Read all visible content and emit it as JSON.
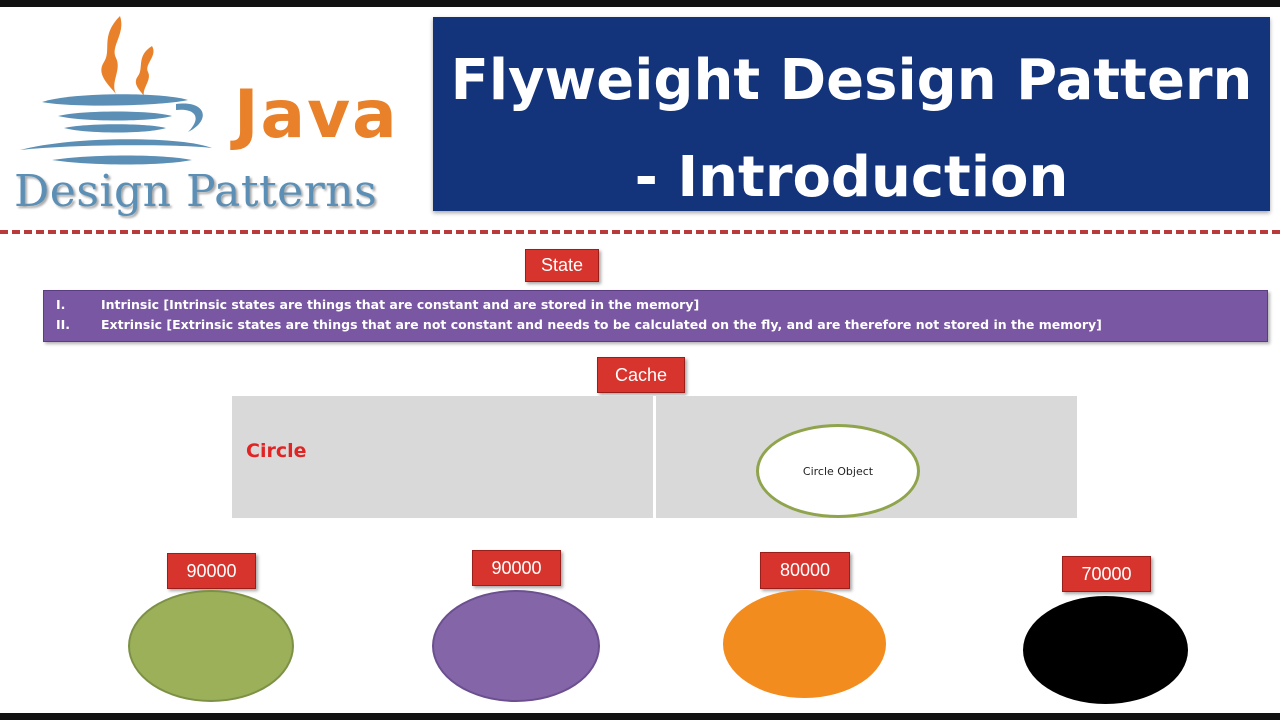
{
  "logo": {
    "word": "Java",
    "subtitle": "Design Patterns",
    "colors": {
      "java_orange": "#e8812a",
      "java_blue": "#5b8fb5"
    }
  },
  "title": {
    "line1": "Flyweight Design Pattern",
    "line2": "- Introduction",
    "background": "#13337a"
  },
  "state": {
    "label": "State",
    "items": [
      {
        "num": "I.",
        "text": "Intrinsic [Intrinsic states are things that are constant and are stored in the memory]"
      },
      {
        "num": "II.",
        "text": "Extrinsic [Extrinsic states are things that are not constant and needs to be calculated on the fly, and are therefore not stored in the memory]"
      }
    ]
  },
  "cache": {
    "label": "Cache",
    "key": "Circle",
    "object": "Circle Object"
  },
  "circles": [
    {
      "value": "90000",
      "color": "#9bb058"
    },
    {
      "value": "90000",
      "color": "#8466a8"
    },
    {
      "value": "80000",
      "color": "#f28c1e"
    },
    {
      "value": "70000",
      "color": "#000000"
    }
  ],
  "colors": {
    "tag_red": "#d6342c",
    "state_purple": "#7a57a3",
    "cache_grey": "#d9d9d9",
    "dashed_red": "#b83a3a"
  }
}
